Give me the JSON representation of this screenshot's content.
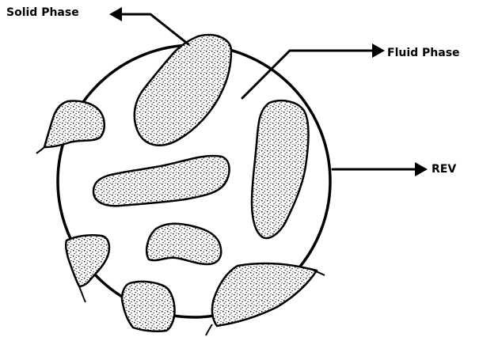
{
  "labels": {
    "solid_phase": "Solid Phase",
    "fluid_phase": "Fluid Phase",
    "rev": "REV"
  },
  "colors": {
    "ink": "#000000",
    "background": "#ffffff"
  }
}
